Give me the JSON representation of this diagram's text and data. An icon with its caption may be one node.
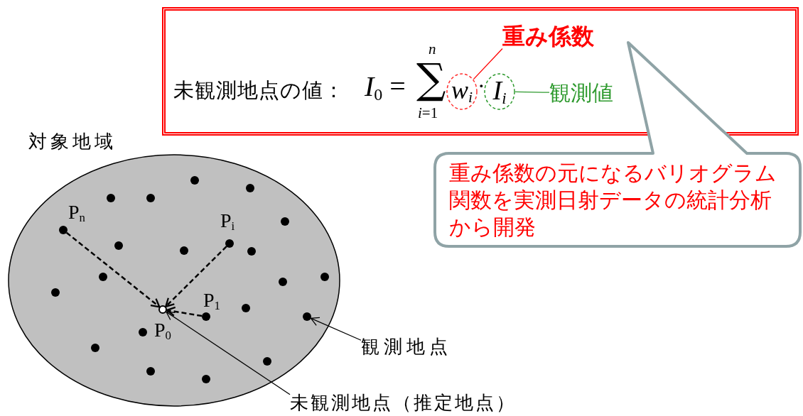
{
  "diagram": {
    "nodes": [
      {
        "text": [
          "未観測地点の値：",
          "*I*$_{0}$ =",
          "∑"
        ]
      },
      {
        "text": [
          "w$_{i}$"
        ],
        "in": 0
      },
      {
        "text": [
          "I$_{i}$"
        ],
        "in": 0
      },
      {
        "text": [
          "重み係数"
        ],
        "in": 0
      },
      {
        "text": [
          "観測値"
        ],
        "in": 0
      },
      {
        "text": [
          "重み係数の元になるバリオグラム関数を実測日射データの統計分析から開発"
        ]
      },
      {
        "text": [
          "対象地域"
        ]
      },
      {
        "text": [],
        "shape": "circle",
        "in": 6
      },
      {
        "text": [],
        "shape": "circle",
        "in": 6
      },
      {
        "text": [],
        "shape": "circle",
        "in": 6
      },
      {
        "text": [],
        "shape": "circle",
        "in": 6
      },
      {
        "text": [],
        "shape": "circle",
        "in": 6
      },
      {
        "text": [],
        "shape": "circle",
        "in": 6,
        "beside": [
          "P$_{n}$"
        ]
      },
      {
        "text": [],
        "shape": "circle",
        "in": 6,
        "beside": [
          "P$_{i}$"
        ]
      },
      {
        "text": [],
        "shape": "circle",
        "in": 6
      },
      {
        "text": [],
        "shape": "circle",
        "in": 6
      },
      {
        "text": [],
        "shape": "circle",
        "in": 6
      },
      {
        "text": [],
        "shape": "circle",
        "in": 6
      },
      {
        "text": [],
        "shape": "circle",
        "in": 6
      },
      {
        "text": [],
        "shape": "circle",
        "in": 6
      },
      {
        "text": [],
        "shape": "circle",
        "in": 6
      },
      {
        "text": [],
        "shape": "circle",
        "in": 6
      },
      {
        "text": [],
        "shape": "ring",
        "in": 6,
        "beside": [
          "P$_{0}$"
        ]
      },
      {
        "text": [],
        "shape": "circle",
        "in": 6,
        "beside": [
          "P$_{1}$"
        ]
      },
      {
        "text": [],
        "shape": "circle",
        "in": 6
      },
      {
        "text": [],
        "shape": "circle",
        "in": 6
      },
      {
        "text": [],
        "shape": "circle",
        "in": 6
      },
      {
        "text": [],
        "shape": "circle",
        "in": 6
      },
      {
        "text": [],
        "shape": "circle",
        "in": 6
      },
      {
        "text": [],
        "shape": "circle",
        "in": 6
      },
      {
        "text": [
          "観測地点"
        ]
      },
      {
        "text": [
          "未観測地点（推定地点）"
        ]
      }
    ],
    "edges": [
      {
        "from": 12,
        "to": 22,
        "arrow": "to",
        "style": "dashed"
      },
      {
        "from": 13,
        "to": 22,
        "arrow": "to",
        "style": "dashed"
      },
      {
        "from": 23,
        "to": 22,
        "arrow": "to",
        "style": "dashed"
      },
      {
        "from": 3,
        "to": 1,
        "arrow": "none",
        "color": "#ff0000"
      },
      {
        "from": 4,
        "to": 2,
        "arrow": "none",
        "color": "#2e9a2e"
      },
      {
        "from": 30,
        "to": 24,
        "arrow": "to"
      },
      {
        "from": 31,
        "to": 22,
        "arrow": "to"
      }
    ],
    "labels": [
      "n",
      "*i*=1",
      "·"
    ]
  }
}
